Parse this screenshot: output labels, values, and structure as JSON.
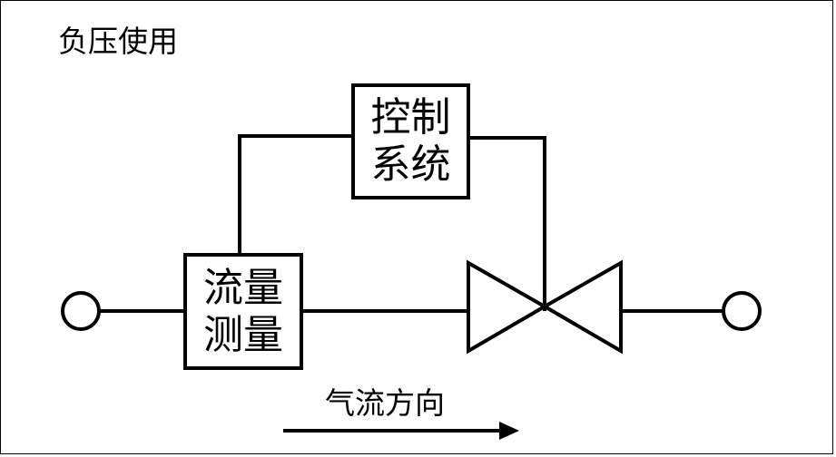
{
  "title": "负压使用",
  "control_system": {
    "line1": "控制",
    "line2": "系统"
  },
  "flow_measurement": {
    "line1": "流量",
    "line2": "测量"
  },
  "flow_direction_label": "气流方向",
  "colors": {
    "line": "#000000",
    "background": "#ffffff"
  }
}
